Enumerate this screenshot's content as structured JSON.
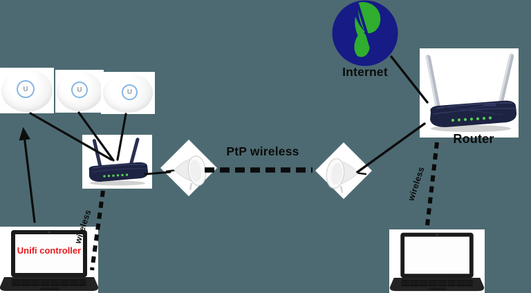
{
  "scene": {
    "background_color": "#4d6a72",
    "description": "Network topology diagram: Internet to router, PtP wireless bridge to a secondary router feeding three UniFi access points, a Unifi controller laptop and a wireless client laptop"
  },
  "labels": {
    "internet": "Internet",
    "router": "Router",
    "ptp_link": "PtP wireless",
    "wireless_left": "wireless",
    "wireless_right": "wireless",
    "unifi_controller": "Unifi controller",
    "ap_logo": "U"
  },
  "colors": {
    "background": "#4d6a72",
    "label_text": "#0b0b0b",
    "unifi_controller_text": "#e8191c",
    "globe_ocean": "#161b86",
    "globe_land": "#2fae2f",
    "router_body": "#1d2342",
    "antenna_silver": "#b7bbc6",
    "led_green": "#59cd59",
    "ap_ring_blue": "#86b6e3",
    "device_card": "#ffffff",
    "laptop_body": "#232323"
  },
  "nodes": [
    {
      "id": "internet",
      "type": "globe",
      "label": "Internet"
    },
    {
      "id": "main-router",
      "type": "router",
      "label": "Router"
    },
    {
      "id": "ptp-dish-right",
      "type": "ptp-antenna"
    },
    {
      "id": "ptp-dish-left",
      "type": "ptp-antenna"
    },
    {
      "id": "secondary-router",
      "type": "router"
    },
    {
      "id": "access-point-1",
      "type": "access-point"
    },
    {
      "id": "access-point-2",
      "type": "access-point"
    },
    {
      "id": "access-point-3",
      "type": "access-point"
    },
    {
      "id": "unifi-controller-laptop",
      "type": "laptop",
      "label": "Unifi controller"
    },
    {
      "id": "client-laptop",
      "type": "laptop"
    }
  ],
  "connections": [
    {
      "from": "internet",
      "to": "main-router",
      "style": "solid"
    },
    {
      "from": "main-router",
      "to": "ptp-dish-right",
      "style": "solid"
    },
    {
      "from": "ptp-dish-right",
      "to": "ptp-dish-left",
      "style": "thick-dashed",
      "label": "PtP wireless"
    },
    {
      "from": "ptp-dish-left",
      "to": "secondary-router",
      "style": "solid"
    },
    {
      "from": "secondary-router",
      "to": "access-point-1",
      "style": "solid"
    },
    {
      "from": "secondary-router",
      "to": "access-point-2",
      "style": "solid"
    },
    {
      "from": "secondary-router",
      "to": "access-point-3",
      "style": "solid"
    },
    {
      "from": "secondary-router",
      "to": "unifi-controller-laptop",
      "style": "dashed",
      "label": "wireless"
    },
    {
      "from": "unifi-controller-laptop",
      "to": "access-point-1",
      "style": "arrow"
    },
    {
      "from": "main-router",
      "to": "client-laptop",
      "style": "dashed",
      "label": "wireless"
    }
  ]
}
